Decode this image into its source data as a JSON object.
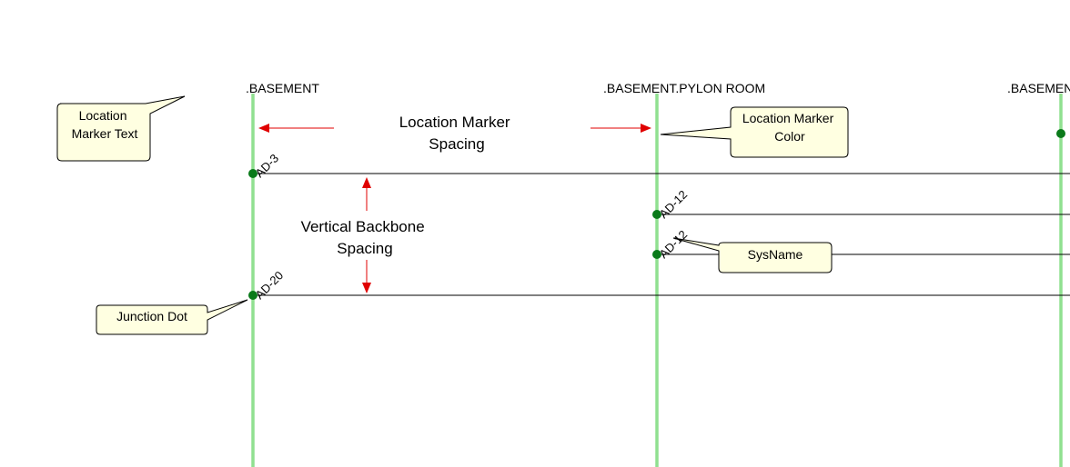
{
  "location_markers": [
    {
      "label": ".BASEMENT"
    },
    {
      "label": ".BASEMENT.PYLON ROOM"
    },
    {
      "label": ".BASEMENT"
    }
  ],
  "junctions": [
    {
      "label": "AD-3"
    },
    {
      "label": "AD-12"
    },
    {
      "label": "AD-12"
    },
    {
      "label": "AD-20"
    }
  ],
  "annotations": {
    "location_marker_spacing": [
      "Location Marker",
      "Spacing"
    ],
    "vertical_backbone_spacing": [
      "Vertical Backbone",
      "Spacing"
    ]
  },
  "callouts": {
    "location_marker_text": [
      "Location",
      "Marker Text"
    ],
    "location_marker_color": [
      "Location Marker",
      "Color"
    ],
    "sysname": [
      "SysName"
    ],
    "junction_dot": [
      "Junction Dot"
    ]
  },
  "colors": {
    "backbone": "#90e090",
    "junction_dot": "#0a7a1a",
    "arrow": "#e00000",
    "callout_fill": "#ffffe1",
    "line": "#000000"
  }
}
